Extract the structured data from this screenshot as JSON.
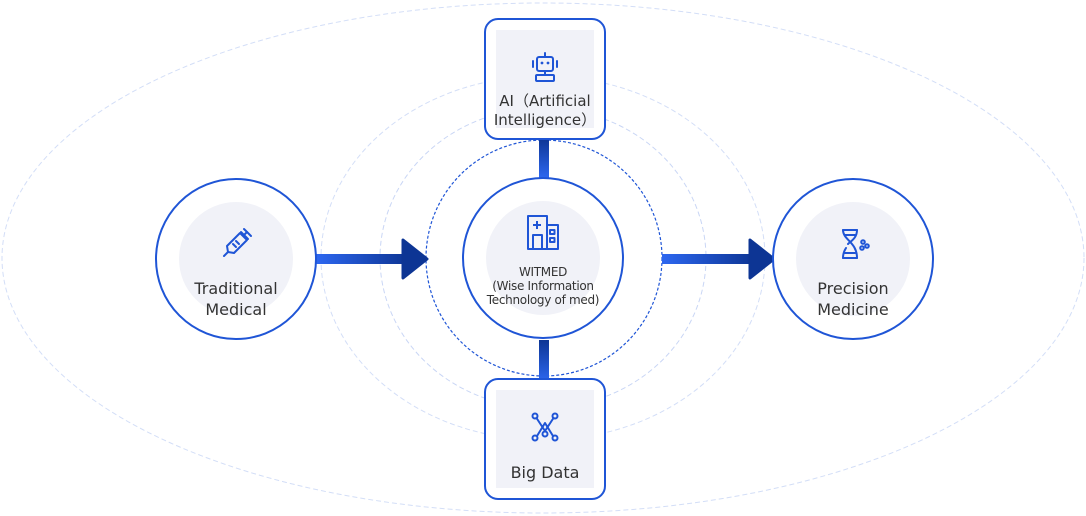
{
  "diagram": {
    "left_node": {
      "label_line1": "Traditional",
      "label_line2": "Medical",
      "icon": "syringe-icon"
    },
    "right_node": {
      "label_line1": "Precision",
      "label_line2": "Medicine",
      "icon": "dna-icon"
    },
    "top_node": {
      "label_line1": "AI（Artificial",
      "label_line2": "Intelligence）",
      "icon": "robot-icon"
    },
    "bottom_node": {
      "label_line1": "Big Data",
      "icon": "network-icon"
    },
    "center_node": {
      "label_line1": "WITMED",
      "label_line2": "(Wise Information",
      "label_line3": "Technology of med)",
      "icon": "hospital-icon"
    }
  },
  "colors": {
    "accent": "#1f55d6",
    "accent_dark": "#0d3594",
    "ring": "#c9d6f5",
    "inner_fill": "#f1f2f8"
  }
}
